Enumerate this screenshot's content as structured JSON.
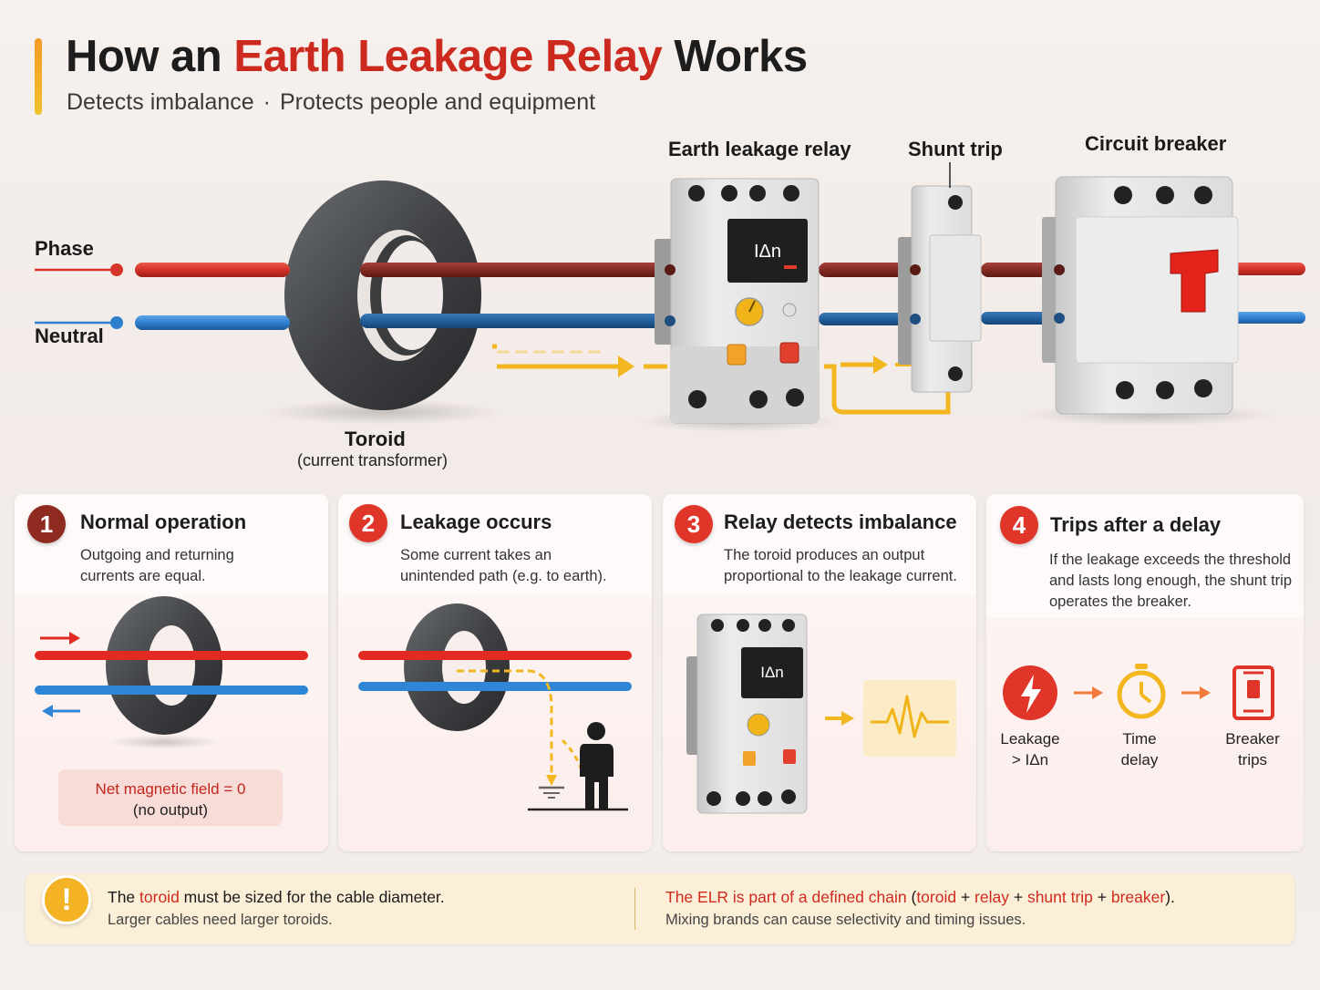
{
  "header": {
    "title_part1": "How an ",
    "title_highlight": "Earth Leakage Relay",
    "title_part2": " Works",
    "subtitle_part1": "Detects imbalance",
    "subtitle_separator": "·",
    "subtitle_part2": "Protects people and equipment"
  },
  "hero": {
    "phase_label": "Phase",
    "neutral_label": "Neutral",
    "toroid_label": "Toroid",
    "toroid_sublabel": "(current transformer)",
    "relay_label": "Earth leakage relay",
    "relay_display": "IΔn",
    "shunt_label": "Shunt trip",
    "breaker_label": "Circuit breaker"
  },
  "steps": [
    {
      "number": "1",
      "title": "Normal operation",
      "text": "Outgoing and returning currents are equal.",
      "net_line1": "Net magnetic field = 0",
      "net_line2": "(no output)"
    },
    {
      "number": "2",
      "title": "Leakage occurs",
      "text": "Some current takes an unintended path (e.g. to earth)."
    },
    {
      "number": "3",
      "title": "Relay detects imbalance",
      "text": "The toroid produces an output proportional to the leakage current.",
      "relay_display": "IΔn"
    },
    {
      "number": "4",
      "title": "Trips after a delay",
      "text": "If the leakage exceeds the threshold and lasts long enough, the shunt trip operates the breaker.",
      "flow": [
        {
          "line1": "Leakage",
          "line2": "> IΔn",
          "icon": "lightning-icon"
        },
        {
          "line1": "Time",
          "line2": "delay",
          "icon": "stopwatch-icon"
        },
        {
          "line1": "Breaker",
          "line2": "trips",
          "icon": "breaker-icon"
        }
      ]
    }
  ],
  "note": {
    "left_pre": "The ",
    "left_red": "toroid",
    "left_post": " must be sized for the cable diameter.",
    "left_sub": "Larger cables need larger toroids.",
    "right_red1": "The ELR is part of a defined chain",
    "right_p1": " (",
    "right_red2": "toroid",
    "right_p2": " + ",
    "right_red3": "relay",
    "right_p3": " + ",
    "right_red4": "shunt trip",
    "right_p4": " + ",
    "right_red5": "breaker",
    "right_p5": ").",
    "right_sub": "Mixing brands can cause selectivity and timing issues.",
    "warn_symbol": "!"
  },
  "colors": {
    "accent_red": "#cc2a1f",
    "phase_wire": "#d7352b",
    "neutral_wire": "#2f7fd0",
    "signal_yellow": "#f2b61f",
    "step1": "#8e2a1f",
    "step_red": "#e0362a",
    "toroid": "#3f4144"
  }
}
